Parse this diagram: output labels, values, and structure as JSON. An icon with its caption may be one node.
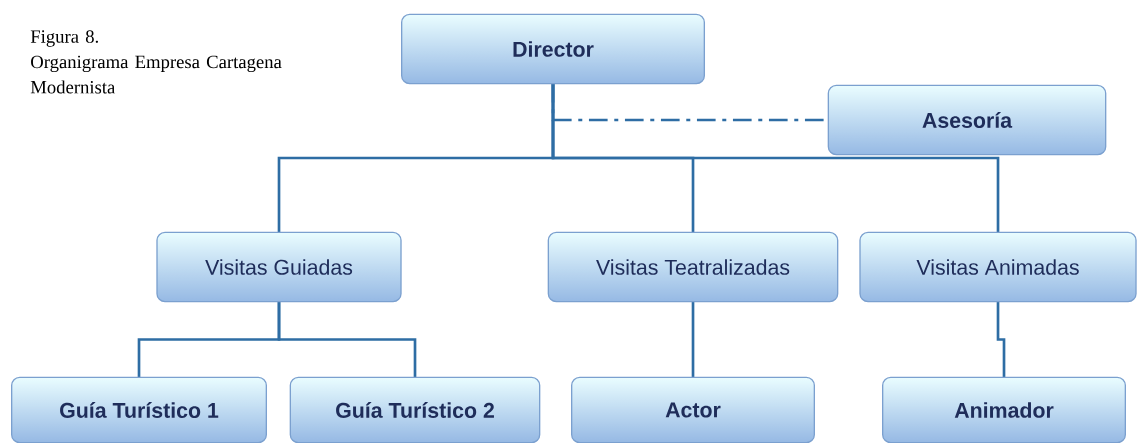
{
  "diagram": {
    "title": "Figura 8.",
    "caption": "Organigrama Empresa Cartagena Modernista",
    "nodes": [
      {
        "text": [
          "Director"
        ]
      },
      {
        "text": [
          "Asesoría"
        ]
      },
      {
        "text": [
          "Visitas Guiadas"
        ]
      },
      {
        "text": [
          "Visitas Teatralizadas"
        ]
      },
      {
        "text": [
          "Visitas Animadas"
        ]
      },
      {
        "text": [
          "Guía Turístico 1"
        ]
      },
      {
        "text": [
          "Guía Turístico 2"
        ]
      },
      {
        "text": [
          "Actor"
        ]
      },
      {
        "text": [
          "Animador"
        ]
      }
    ],
    "edges": [
      {
        "from": 0,
        "to": 1,
        "arrow": "none",
        "style": "dashed"
      },
      {
        "from": 0,
        "to": 2,
        "arrow": "none"
      },
      {
        "from": 0,
        "to": 3,
        "arrow": "none"
      },
      {
        "from": 0,
        "to": 4,
        "arrow": "none"
      },
      {
        "from": 2,
        "to": 5,
        "arrow": "none"
      },
      {
        "from": 2,
        "to": 6,
        "arrow": "none"
      },
      {
        "from": 3,
        "to": 7,
        "arrow": "none"
      },
      {
        "from": 4,
        "to": 8,
        "arrow": "none"
      }
    ]
  }
}
